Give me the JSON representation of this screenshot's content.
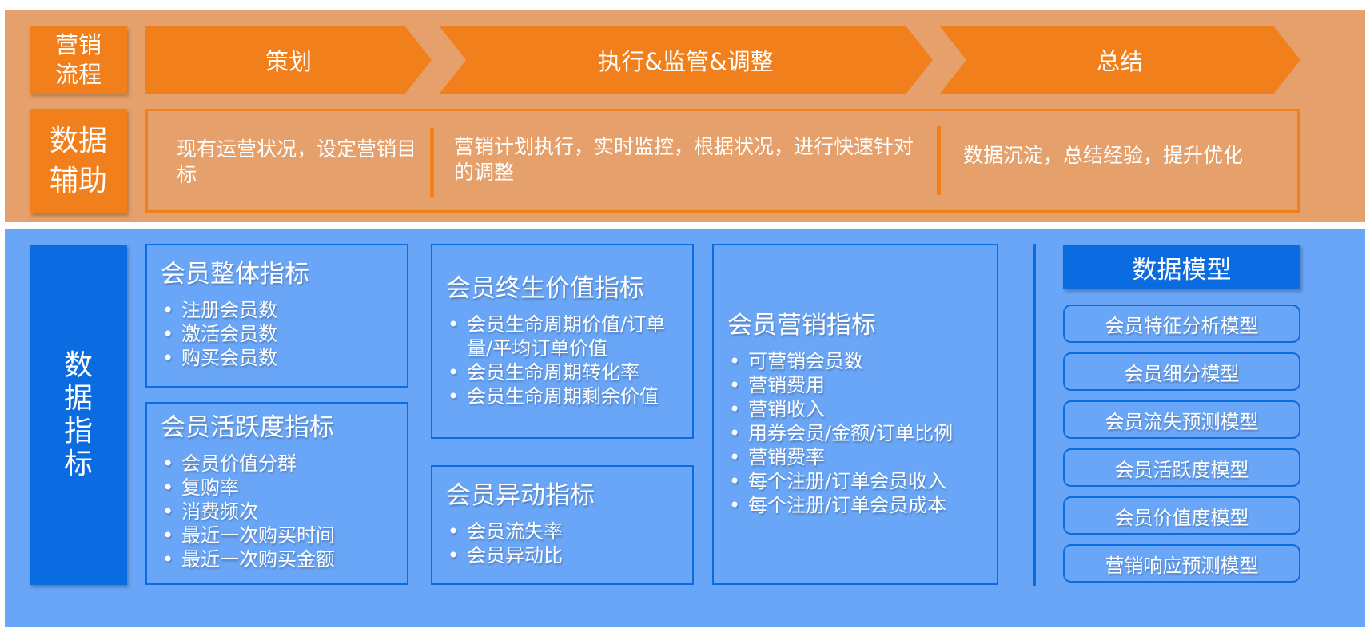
{
  "process": {
    "label": "营销\n流程",
    "stages": [
      "策划",
      "执行&监管&调整",
      "总结"
    ]
  },
  "assist": {
    "label": "数据\n辅助",
    "items": [
      "现有运营状况，设定营销目标",
      "营销计划执行，实时监控，根据状况，进行快速针对的调整",
      "数据沉淀，总结经验，提升优化"
    ]
  },
  "metrics": {
    "label": "数\n据\n指\n标",
    "overall": {
      "title": "会员整体指标",
      "items": [
        "注册会员数",
        "激活会员数",
        "购买会员数"
      ]
    },
    "activity": {
      "title": "会员活跃度指标",
      "items": [
        "会员价值分群",
        "复购率",
        "消费频次",
        "最近一次购买时间",
        "最近一次购买金额"
      ]
    },
    "lifetime": {
      "title": "会员终生价值指标",
      "items": [
        "会员生命周期价值/订单量/平均订单价值",
        "会员生命周期转化率",
        "会员生命周期剩余价值"
      ]
    },
    "abnormal": {
      "title": "会员异动指标",
      "items": [
        "会员流失率",
        "会员异动比"
      ]
    },
    "marketing": {
      "title": "会员营销指标",
      "items": [
        "可营销会员数",
        "营销费用",
        "营销收入",
        "用券会员/金额/订单比例",
        "营销费率",
        "每个注册/订单会员收入",
        "每个注册/订单会员成本"
      ]
    }
  },
  "models": {
    "title": "数据模型",
    "items": [
      "会员特征分析模型",
      "会员细分模型",
      "会员流失预测模型",
      "会员活跃度模型",
      "会员价值度模型",
      "营销响应预测模型"
    ]
  },
  "colors": {
    "orange_primary": "#f07f1c",
    "orange_panel": "#e5a06c",
    "blue_primary": "#0b6be0",
    "blue_panel": "#6aa6f7"
  }
}
